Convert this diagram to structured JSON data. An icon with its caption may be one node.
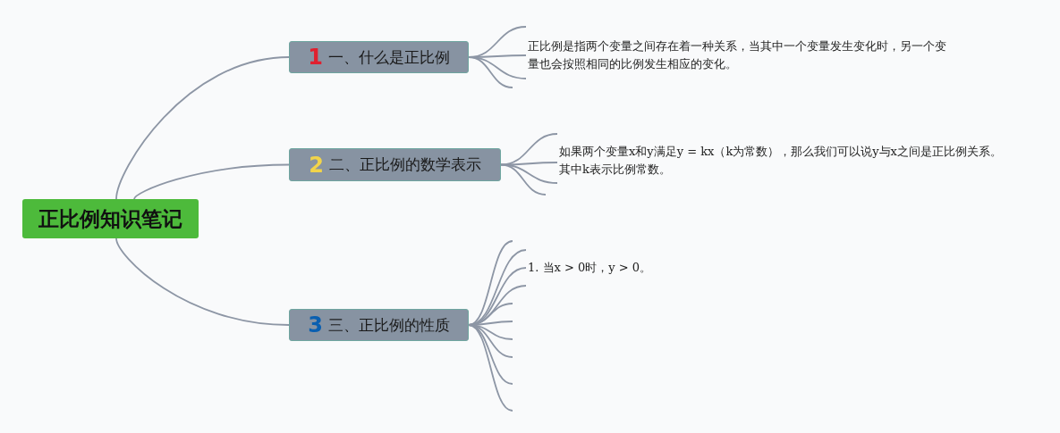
{
  "diagram": {
    "nodes": [
      {
        "text": [
          "正比例知识笔记"
        ]
      },
      {
        "text": [
          "1",
          "一、什么是正比例"
        ]
      },
      {
        "text": [
          "正比例是指两个变量之间存在着一种关系，当其中一个变量发生变化时，另一个变量也会按照相同的比例发生相应的变化。"
        ]
      },
      {
        "text": [
          "2",
          "二、正比例的数学表示"
        ]
      },
      {
        "text": [
          "如果两个变量x和y满足y = kx（k为常数），那么我们可以说y与x之间是正比例关系。其中k表示比例常数。"
        ]
      },
      {
        "text": [
          "3",
          "三、正比例的性质"
        ]
      },
      {
        "text": [
          "1. 当x > 0时，y > 0。"
        ]
      }
    ],
    "edges": [
      {
        "from": 0,
        "to": 1,
        "arrow": "none"
      },
      {
        "from": 0,
        "to": 3,
        "arrow": "none"
      },
      {
        "from": 0,
        "to": 5,
        "arrow": "none"
      },
      {
        "from": 1,
        "to": 2,
        "arrow": "none"
      },
      {
        "from": 1,
        "to": 2,
        "arrow": "none"
      },
      {
        "from": 1,
        "to": 2,
        "arrow": "none"
      },
      {
        "from": 1,
        "to": null,
        "arrow": "none"
      },
      {
        "from": 3,
        "to": 4,
        "arrow": "none"
      },
      {
        "from": 3,
        "to": 4,
        "arrow": "none"
      },
      {
        "from": 3,
        "to": 4,
        "arrow": "none"
      },
      {
        "from": 3,
        "to": null,
        "arrow": "none"
      },
      {
        "from": 5,
        "to": null,
        "arrow": "none"
      },
      {
        "from": 5,
        "to": 6,
        "arrow": "none"
      },
      {
        "from": 5,
        "to": 6,
        "arrow": "none"
      },
      {
        "from": 5,
        "to": 6,
        "arrow": "none"
      },
      {
        "from": 5,
        "to": null,
        "arrow": "none"
      },
      {
        "from": 5,
        "to": null,
        "arrow": "none"
      },
      {
        "from": 5,
        "to": null,
        "arrow": "none"
      },
      {
        "from": 5,
        "to": null,
        "arrow": "none"
      },
      {
        "from": 5,
        "to": null,
        "arrow": "none"
      },
      {
        "from": 5,
        "to": null,
        "arrow": "none"
      }
    ]
  }
}
